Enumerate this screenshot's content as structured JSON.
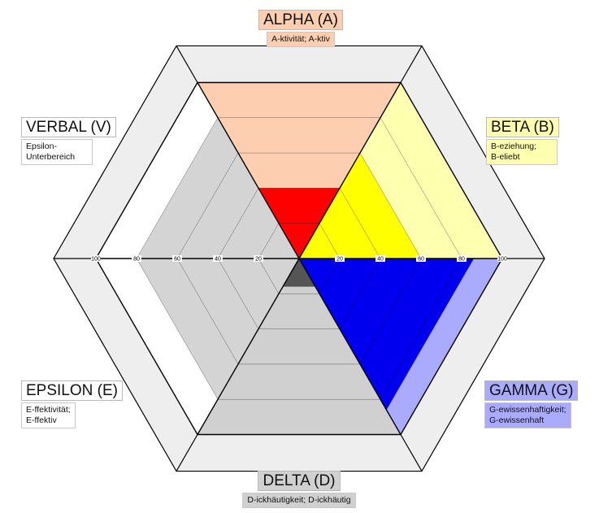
{
  "colors": {
    "outer_ring": "#eeeeee",
    "inner_base": "#ffffff",
    "alpha_light": "#fdcfb0",
    "alpha_fill": "#ff0000",
    "beta_light": "#ffffb0",
    "beta_fill": "#ffff00",
    "gamma_light": "#aaaaff",
    "gamma_fill": "#0000ee",
    "delta_light": "#d0d0d0",
    "delta_fill": "#555555",
    "epsilon_light": "#ffffff",
    "epsilon_fill": "#d4d4d4",
    "verbal_light": "#ffffff",
    "verbal_fill": "#d4d4d4"
  },
  "axis": {
    "max": 100,
    "ticks": [
      "20",
      "40",
      "60",
      "80",
      "100"
    ]
  },
  "sectors": [
    {
      "key": "alpha",
      "title": "ALPHA (A)",
      "sub": [
        "A-ktivität; A-ktiv"
      ],
      "title_bg": "#fdcfb0",
      "sub_bg": "#fdcfb0",
      "light_value": 100,
      "value": 40
    },
    {
      "key": "beta",
      "title": "BETA (B)",
      "sub": [
        "B-eziehung;",
        "B-eliebt"
      ],
      "title_bg": "#ffffb0",
      "sub_bg": "#ffffb0",
      "light_value": 100,
      "value": 60
    },
    {
      "key": "gamma",
      "title": "GAMMA (G)",
      "sub": [
        "G-ewissenhaftigkeit;",
        "G-ewissenhaft"
      ],
      "title_bg": "#aaaaff",
      "sub_bg": "#aaaaff",
      "light_value": 100,
      "value": 86
    },
    {
      "key": "delta",
      "title": "DELTA (D)",
      "sub": [
        "D-ickhäutigkeit; D-ickhäutig"
      ],
      "title_bg": "#d0d0d0",
      "sub_bg": "#d0d0d0",
      "light_value": 100,
      "value": 16
    },
    {
      "key": "epsilon",
      "title": "EPSILON (E)",
      "sub": [
        "E-ffektivität;",
        "E-ffektiv"
      ],
      "title_bg": "#ffffff",
      "sub_bg": "#ffffff",
      "light_value": 100,
      "value": 80
    },
    {
      "key": "verbal",
      "title": "VERBAL (V)",
      "sub": [
        "Epsilon-",
        "Unterbereich"
      ],
      "title_bg": "#ffffff",
      "sub_bg": "#ffffff",
      "light_value": 100,
      "value": 80
    }
  ]
}
